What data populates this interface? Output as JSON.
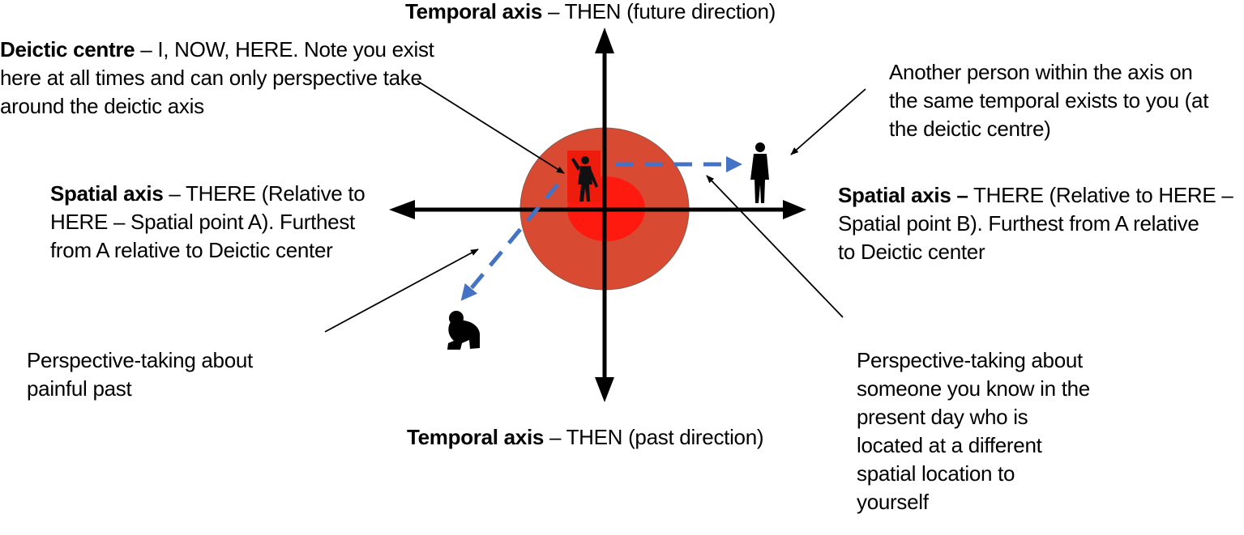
{
  "labels": {
    "temporal_top": {
      "bold": "Temporal axis",
      "rest": " – THEN (future direction)"
    },
    "temporal_bottom": {
      "bold": "Temporal axis",
      "rest": " – THEN (past direction)"
    },
    "deictic": {
      "bold": "Deictic centre",
      "line1_rest": " – I, NOW, HERE. Note you exist",
      "line2": "here at all times and can only perspective take",
      "line3": "around the deictic axis"
    },
    "spatial_left": {
      "bold": "Spatial axis",
      "line1_rest": " – THERE (Relative to",
      "line2": "HERE – Spatial point A). Furthest",
      "line3": "from A relative to Deictic center"
    },
    "spatial_right": {
      "bold": "Spatial axis –",
      "line1_rest": " THERE (Relative to HERE –",
      "line2": "Spatial point B). Furthest from A relative",
      "line3": "to Deictic center"
    },
    "another_person": {
      "line1": "Another person within the axis on",
      "line2": "the same temporal exists to you (at",
      "line3": "the deictic centre)"
    },
    "painful_past": {
      "line1": "Perspective-taking about",
      "line2": "painful past"
    },
    "someone_you_know": {
      "line1": "Perspective-taking about",
      "line2": "someone you know in the",
      "line3": "present day who is",
      "line4": "located at a different",
      "line5": "spatial location to",
      "line6": "yourself"
    }
  },
  "colors": {
    "outer_circle": "#d94a33",
    "inner_circle": "#ff1a0f",
    "self_box": "#ee1c0c",
    "dashed_arrow": "#4472c4",
    "axes": "#000000"
  },
  "icons": {
    "self": "standing-person-waving-icon",
    "other": "standing-person-icon",
    "past": "kneeling-person-icon"
  }
}
